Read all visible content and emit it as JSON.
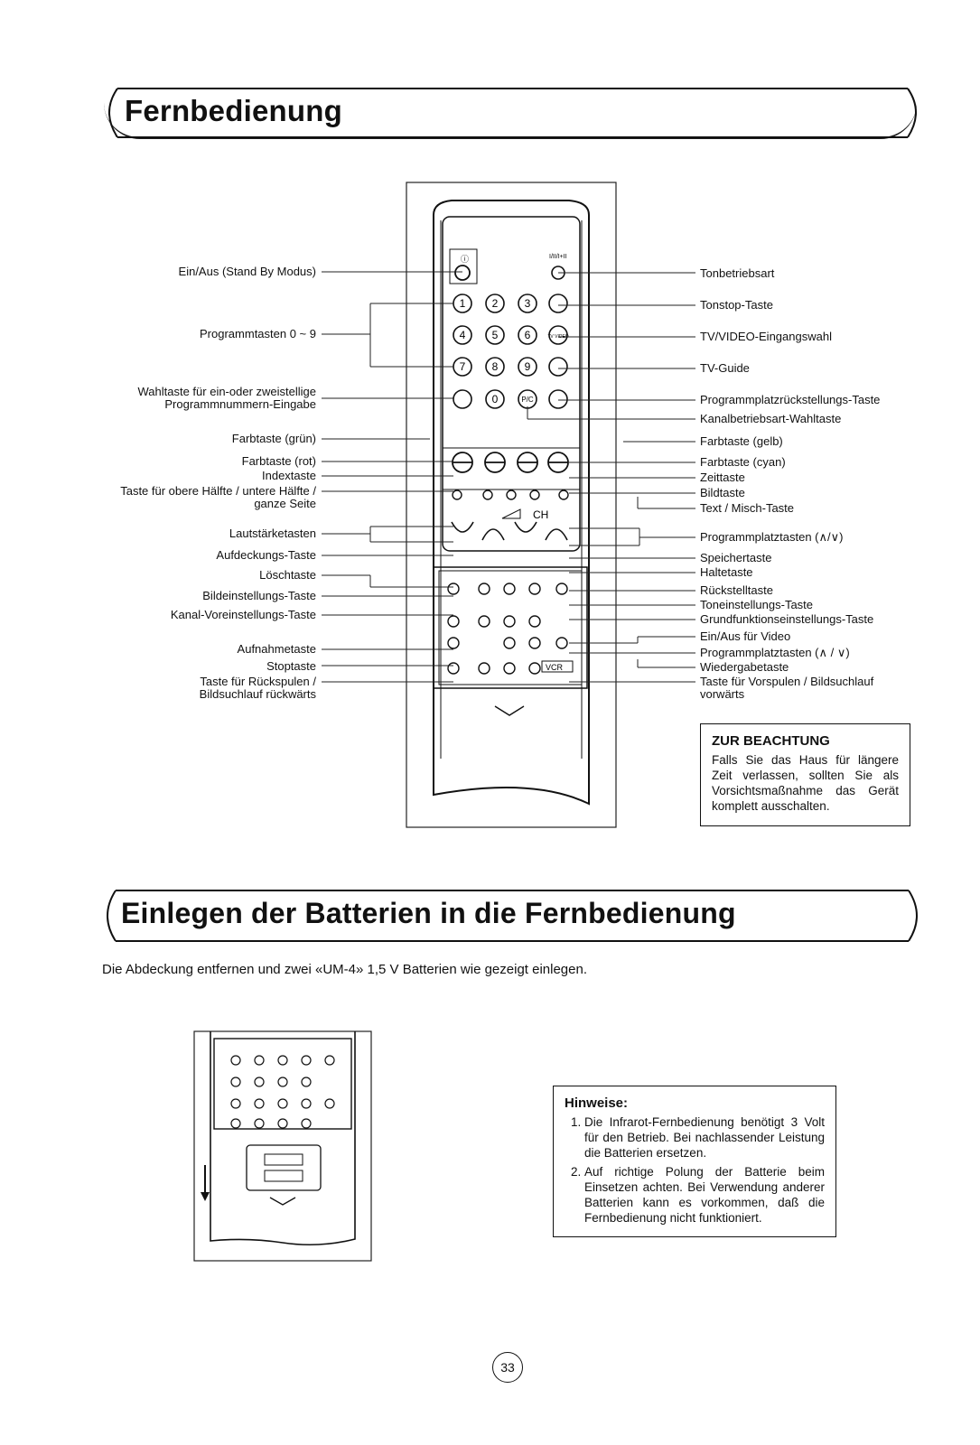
{
  "section1": {
    "title": "Fernbedienung"
  },
  "remote": {
    "key_labels": {
      "digits_top": [
        "1",
        "2",
        "3"
      ],
      "digits_mid": [
        "4",
        "5",
        "6"
      ],
      "digits_low": [
        "7",
        "8",
        "9"
      ],
      "zero": "0",
      "pc": "P/C",
      "tv_video": "TV VIDEO",
      "ch": "CH",
      "vcr": "VCR"
    },
    "labels_left": [
      "Ein/Aus (Stand By Modus)",
      "Programmtasten 0 ~ 9",
      "Wahltaste für ein-oder zweistellige",
      "Programmnummern-Eingabe",
      "Farbtaste (grün)",
      "Farbtaste (rot)",
      "Indextaste",
      "Taste für obere Hälfte / untere Hälfte /",
      "ganze Seite",
      "Lautstärketasten",
      "Aufdeckungs-Taste",
      "Löschtaste",
      "Bildeinstellungs-Taste",
      "Kanal-Voreinstellungs-Taste",
      "Aufnahmetaste",
      "Stoptaste",
      "Taste für Rückspulen /",
      "Bildsuchlauf rückwärts"
    ],
    "labels_right": [
      "Tonbetriebsart",
      "Tonstop-Taste",
      "TV/VIDEO-Eingangswahl",
      "TV-Guide",
      "Programmplatzrückstellungs-Taste",
      "Kanalbetriebsart-Wahltaste",
      "Farbtaste (gelb)",
      "Farbtaste (cyan)",
      "Zeittaste",
      "Bildtaste",
      "Text / Misch-Taste",
      "Programmplatztasten (∧/∨)",
      "Speichertaste",
      "Haltetaste",
      "Rückstelltaste",
      "Toneinstellungs-Taste",
      "Grundfunktionseinstellungs-Taste",
      "Ein/Aus für Video",
      "Programmplatztasten (∧ / ∨)",
      "Wiedergabetaste",
      "Taste für Vorspulen / Bildsuchlauf",
      "vorwärts"
    ]
  },
  "notice": {
    "title": "ZUR BEACHTUNG",
    "text": "Falls Sie das Haus für längere Zeit verlassen, sollten Sie als Vorsichtsmaßnahme das Gerät komplett ausschalten."
  },
  "section2": {
    "title": "Einlegen der Batterien in die Fernbedienung",
    "intro": "Die Abdeckung entfernen und zwei «UM-4» 1,5 V Batterien wie gezeigt einlegen."
  },
  "hints": {
    "title": "Hinweise:",
    "items": [
      "Die Infrarot-Fernbedienung benötigt 3 Volt für den Betrieb. Bei nachlassender Leistung die Batterien ersetzen.",
      "Auf richtige Polung der Batterie beim Einsetzen achten. Bei Verwendung anderer Batterien kann es vorkommen, daß die Fernbedienung nicht funktioniert."
    ]
  },
  "page_number": "33"
}
